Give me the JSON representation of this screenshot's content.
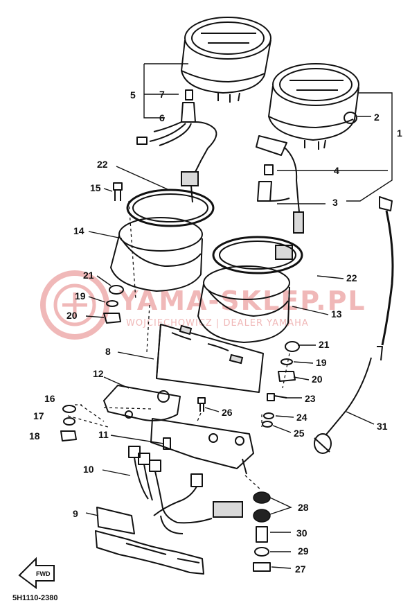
{
  "watermark": {
    "main_text": "YAMA-SKLEP.PL",
    "sub_text": "WOJCIECHOWICZ | DEALER YAMAHA",
    "color": "#f0b8b8"
  },
  "diagram_code": "5H1110-2380",
  "forward_arrow_label": "FWD",
  "callouts": {
    "c1": "1",
    "c2": "2",
    "c3": "3",
    "c4": "4",
    "c5": "5",
    "c6": "6",
    "c7": "7",
    "c8": "8",
    "c9": "9",
    "c10": "10",
    "c11": "11",
    "c12": "12",
    "c13": "13",
    "c14": "14",
    "c15": "15",
    "c16": "16",
    "c17": "17",
    "c18": "18",
    "c19a": "19",
    "c19b": "19",
    "c20a": "20",
    "c20b": "20",
    "c21a": "21",
    "c21b": "21",
    "c22a": "22",
    "c22b": "22",
    "c23": "23",
    "c24": "24",
    "c25": "25",
    "c26": "26",
    "c27": "27",
    "c28": "28",
    "c29": "29",
    "c30": "30",
    "c31": "31"
  }
}
